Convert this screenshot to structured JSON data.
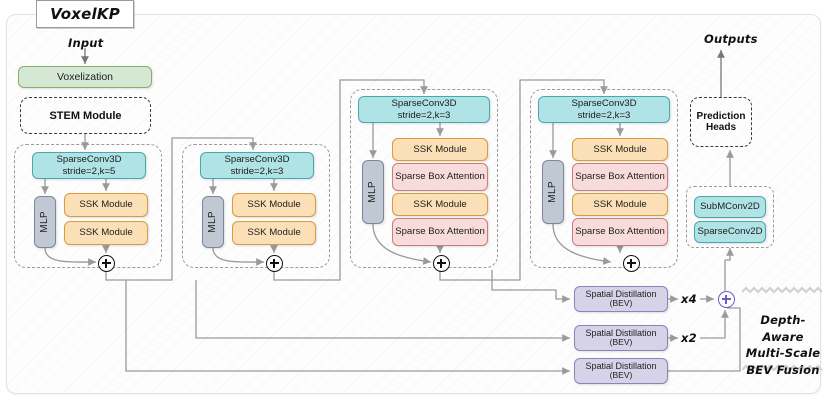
{
  "diagram": {
    "title": "VoxelKP",
    "input_label": "Input",
    "output_label": "Outputs"
  },
  "stem": {
    "voxelization_label": "Voxelization",
    "module_label": "STEM Module"
  },
  "stages": [
    {
      "conv_line1": "SparseConv3D",
      "conv_line2": "stride=2,k=5",
      "mlp_label": "MLP",
      "layers": [
        "SSK Module",
        "SSK Module"
      ],
      "sum_symbol": "+"
    },
    {
      "conv_line1": "SparseConv3D",
      "conv_line2": "stride=2,k=3",
      "mlp_label": "MLP",
      "layers": [
        "SSK Module",
        "SSK Module"
      ],
      "sum_symbol": "+"
    },
    {
      "conv_line1": "SparseConv3D",
      "conv_line2": "stride=2,k=3",
      "mlp_label": "MLP",
      "layers": [
        "SSK Module",
        "Sparse Box Attention",
        "SSK Module",
        "Sparse Box Attention"
      ],
      "sum_symbol": "+"
    },
    {
      "conv_line1": "SparseConv3D",
      "conv_line2": "stride=2,k=3",
      "mlp_label": "MLP",
      "layers": [
        "SSK Module",
        "Sparse Box Attention",
        "SSK Module",
        "Sparse Box Attention"
      ],
      "sum_symbol": "+"
    }
  ],
  "head": {
    "prediction_line1": "Prediction",
    "prediction_line2": "Heads",
    "conv2d": [
      "SubMConv2D",
      "SparseConv2D"
    ]
  },
  "fusion": {
    "distill_line1": "Spatial Distillation",
    "distill_line2": "(BEV)",
    "scale_x4": "x4",
    "scale_x2": "x2",
    "sum_symbol": "+",
    "caption_line1": "Depth-Aware",
    "caption_line2": "Multi-Scale",
    "caption_line3": "BEV Fusion"
  },
  "colors": {
    "teal": "#b0e3e6",
    "orange": "#fbdfb6",
    "pink": "#f8dcdc",
    "green": "#d5e8d4",
    "gray": "#c0c8d4",
    "purple": "#d6d3e8",
    "accent_plus": "#6b5fc4"
  }
}
